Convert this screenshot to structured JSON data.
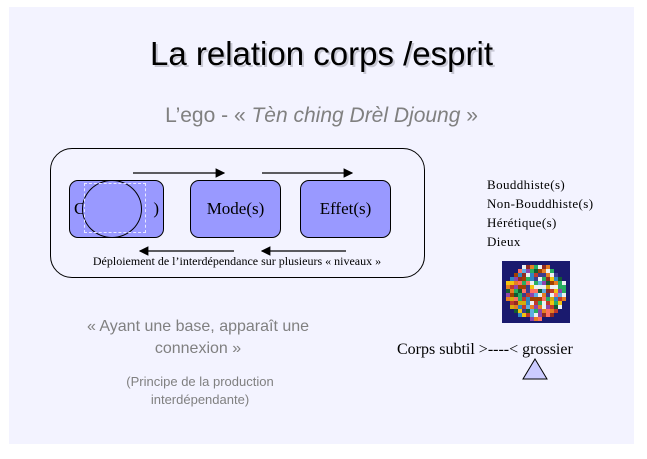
{
  "slide": {
    "title": "La relation corps /esprit",
    "subtitle_prefix": "L’ego - « ",
    "subtitle_italic": "Tèn ching Drèl Djoung",
    "subtitle_suffix": " »"
  },
  "diagram": {
    "nodes": [
      {
        "label_left": "C",
        "label_right": ")"
      },
      {
        "label": "Mode(s)"
      },
      {
        "label": "Effet(s)"
      }
    ],
    "caption": "Déploiement de l’interdépendance sur plusieurs « niveaux »"
  },
  "quote": {
    "line1": "« Ayant une base, apparaît une",
    "line2": "connexion »"
  },
  "principle": {
    "line1": "(Principe de la production",
    "line2": "interdépendante)"
  },
  "beings": [
    "Bouddhiste(s)",
    "Non-Bouddhiste(s)",
    "Hérétique(s)",
    "Dieux"
  ],
  "scale": {
    "label": "Corps subtil  >----< grossier"
  },
  "colors": {
    "slide_bg": "#f3f3ff",
    "node_fill": "#9999ff",
    "gray_text": "#808080",
    "triangle_fill": "#ccccff"
  }
}
